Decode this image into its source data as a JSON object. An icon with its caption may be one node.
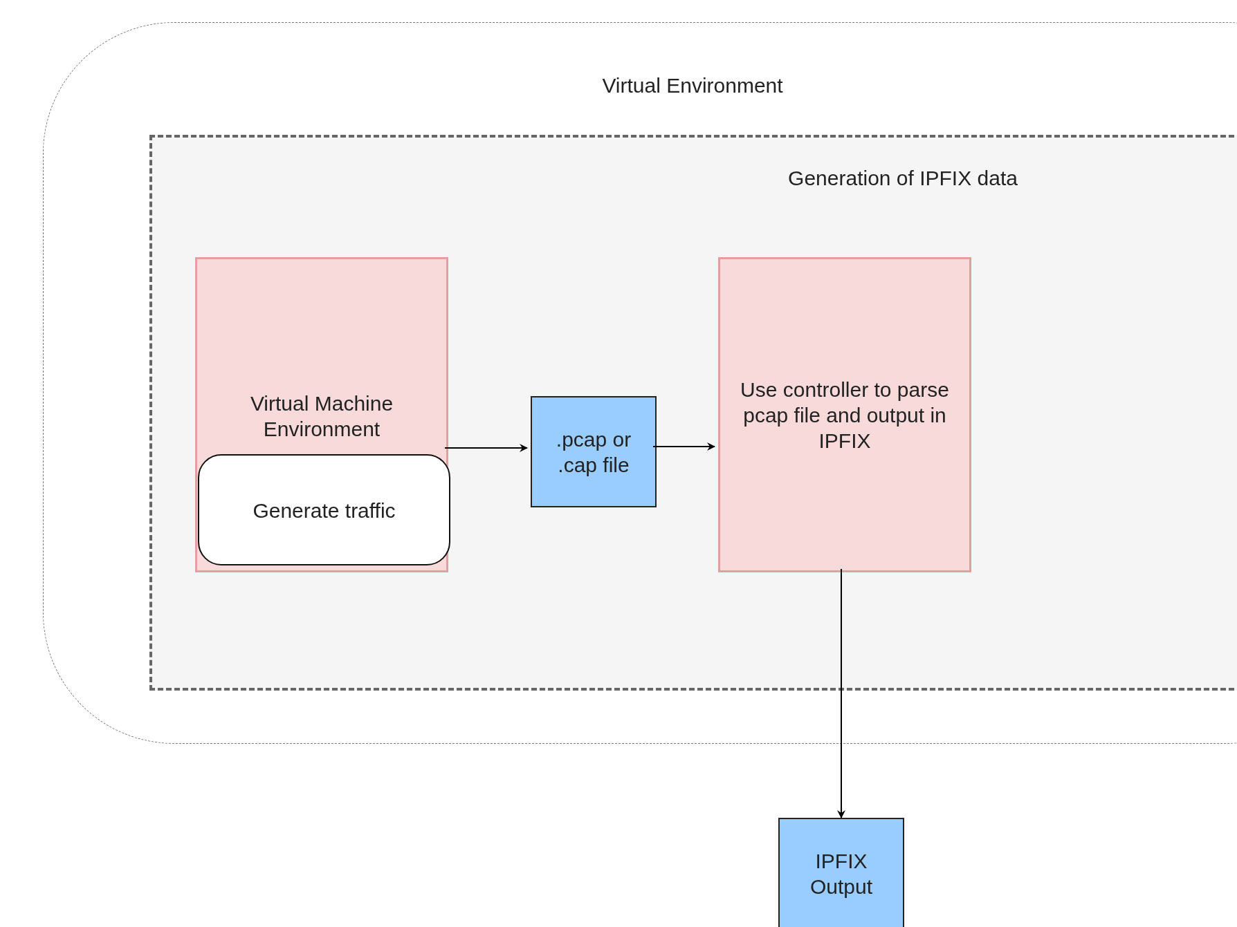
{
  "diagram": {
    "nodes": [
      {
        "text": [
          "Virtual Environment"
        ]
      },
      {
        "text": [
          "Generation of IPFIX data"
        ],
        "in": 0
      },
      {
        "text": [
          "Virtual Machine Environment"
        ],
        "in": 1
      },
      {
        "text": [
          "Generate traffic"
        ],
        "in": 2
      },
      {
        "text": [
          ".pcap or .cap file"
        ],
        "in": 1
      },
      {
        "text": [
          "Use controller to parse pcap file and output in IPFIX"
        ],
        "in": 1
      },
      {
        "text": [
          "IPFIX Output"
        ]
      }
    ],
    "edges": [
      {
        "from": 2,
        "to": 4,
        "arrow": "to"
      },
      {
        "from": 4,
        "to": 5,
        "arrow": "to"
      },
      {
        "from": 5,
        "to": 6,
        "arrow": "to"
      }
    ]
  }
}
